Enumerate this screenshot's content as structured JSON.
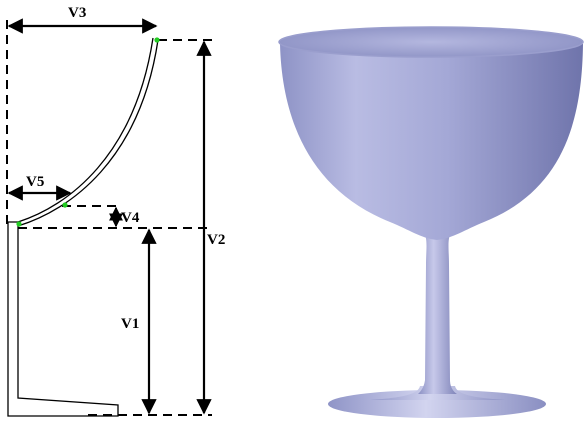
{
  "diagram": {
    "labels": {
      "v1": "V1",
      "v2": "V2",
      "v3": "V3",
      "v4": "V4",
      "v5": "V5"
    },
    "colors": {
      "line": "#000000",
      "control_point": "#22cc22",
      "glass_fill": "#a7abd6",
      "glass_highlight": "#d9dbf0",
      "glass_shadow": "#7a7fb3"
    }
  }
}
